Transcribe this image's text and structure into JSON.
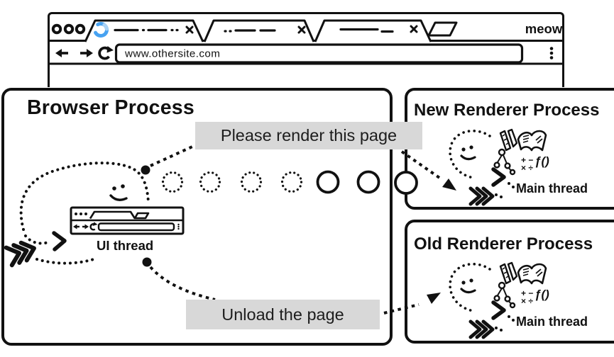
{
  "diagram": {
    "browser_chrome": {
      "brand_label": "meow",
      "address_url": "www.othersite.com"
    },
    "messages": {
      "please_render": "Please render this page",
      "unload": "Unload the page"
    },
    "processes": {
      "browser": {
        "title": "Browser Process",
        "thread_label": "UI thread"
      },
      "new_renderer": {
        "title": "New Renderer Process",
        "thread_label": "Main thread"
      },
      "old_renderer": {
        "title": "Old Renderer Process",
        "thread_label": "Main thread"
      }
    },
    "icon_glyphs": {
      "function": "ƒ()",
      "math_top": "+ −",
      "math_bottom": "× ÷"
    },
    "colors": {
      "ink": "#111111",
      "accent_blue": "#47a2f1",
      "accent_blue_light": "#a9d2f6",
      "label_bg": "#d8d8d8"
    }
  }
}
